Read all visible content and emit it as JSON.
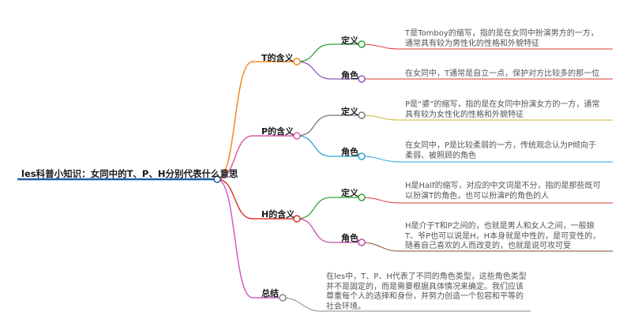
{
  "root": {
    "title": "les科普小知识：女同中的T、P、H分别代表什么意思",
    "color": "#1f5fa8"
  },
  "branches": [
    {
      "label": "T的含义",
      "color": "#f28a1b",
      "leaves": [
        {
          "label": "定义",
          "color": "#2fa33a",
          "text": "T是Tomboy的缩写，指的是在女同中扮演男方的一方，\n通常具有较为男性化的性格和外貌特征",
          "underline": "#d9392f"
        },
        {
          "label": "角色",
          "color": "#8e5bc5",
          "text": "在女同中，T通常是自立一点，保护对方比较多的那一位",
          "underline": "#d9392f"
        }
      ]
    },
    {
      "label": "P的含义",
      "color": "#e05aa8",
      "leaves": [
        {
          "label": "定义",
          "color": "#7a7a7a",
          "text": "P是“婆”的缩写，指的是在女同中扮演女方的一方，通常\n具有较为女性化的性格和外貌特征",
          "underline": "#c9b63a"
        },
        {
          "label": "角色",
          "color": "#2ea6d6",
          "text": "在女同中，P是比较柔弱的一方，传统观念认为P倾向于\n柔弱、被照顾的角色",
          "underline": "#2ea6d6"
        }
      ]
    },
    {
      "label": "H的含义",
      "color": "#d9392f",
      "leaves": [
        {
          "label": "定义",
          "color": "#2fa33a",
          "text": "H是Half的缩写，对应的中文词是不分，指的是那些既可\n以扮演T的角色，也可以扮演P的角色的人",
          "underline": "#d9392f"
        },
        {
          "label": "角色",
          "color": "#c24aa8",
          "text": "H是介于T和P之间的，也就是男人和女人之间，一般娘\nT、爷P也可以说是H，H本身就是中性的，是可变性的，\n随着自己喜欢的人而改变的，也就是说可攻可受",
          "underline": "#8a4a2a"
        }
      ]
    },
    {
      "label": "总结",
      "color": "#d45bc8",
      "link_color": "#888888",
      "text": "在les中，T、P、H代表了不同的角色类型，这些角色类型\n并不是固定的，而是需要根据具体情况来确定。我们应该\n尊重每个人的选择和身份，并努力创造一个包容和平等的\n社会环境。",
      "underline": "#888888"
    }
  ]
}
